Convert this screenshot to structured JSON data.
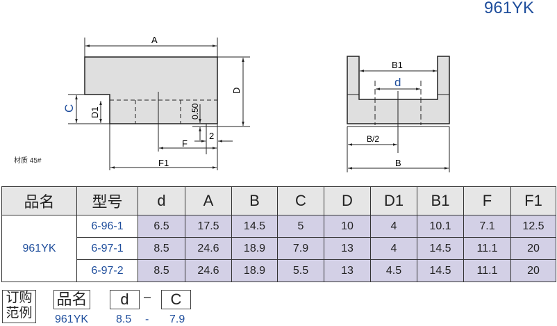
{
  "title": "961YK",
  "material": "材质 45#",
  "drawing_labels": {
    "A": "A",
    "D": "D",
    "C": "C",
    "D1": "D1",
    "F": "F",
    "F1": "F1",
    "gap": "0.50",
    "two": "2",
    "B1": "B1",
    "d": "d",
    "B_half": "B/2",
    "B": "B"
  },
  "table": {
    "headers": [
      "品名",
      "型号",
      "d",
      "A",
      "B",
      "C",
      "D",
      "D1",
      "B1",
      "F",
      "F1"
    ],
    "product": "961YK",
    "rows": [
      {
        "model": "6-96-1",
        "values": [
          "6.5",
          "17.5",
          "14.5",
          "5",
          "10",
          "4",
          "10.1",
          "7.1",
          "12.5"
        ]
      },
      {
        "model": "6-97-1",
        "values": [
          "8.5",
          "24.6",
          "18.9",
          "7.9",
          "13",
          "4",
          "14.5",
          "11.1",
          "20"
        ]
      },
      {
        "model": "6-97-2",
        "values": [
          "8.5",
          "24.6",
          "18.9",
          "5.5",
          "13",
          "4.5",
          "14.5",
          "11.1",
          "20"
        ]
      }
    ]
  },
  "order_example": {
    "label_top": "订购",
    "label_bottom": "范例",
    "name_box": "品名",
    "d_box": "d",
    "dash": "–",
    "c_box": "C",
    "name_value": "961YK",
    "d_value": "8.5",
    "dash_value": "-",
    "c_value": "7.9"
  },
  "colors": {
    "accent": "#1f4e9c",
    "cell": "#d3d0e6",
    "header": "#e6e6e6"
  }
}
